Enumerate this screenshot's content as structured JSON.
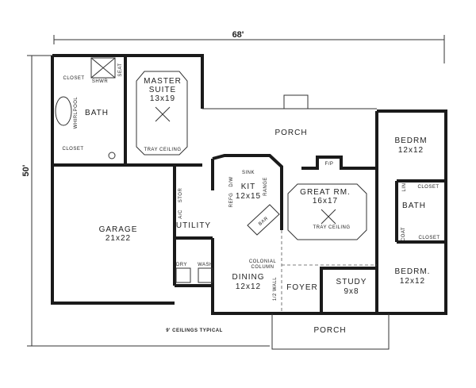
{
  "dimensions": {
    "width": "68'",
    "depth": "50'"
  },
  "rooms": {
    "master_closet_top": "CLOSET",
    "shower": "SHWR",
    "seat": "SEAT",
    "master_title_1": "MASTER",
    "master_title_2": "SUITE",
    "master_size": "13x19",
    "master_tray": "TRAY CEILING",
    "master_bath": "BATH",
    "whirlpool": "WHIRLPOOL",
    "master_closet_bottom": "CLOSET",
    "porch_rear": "PORCH",
    "bedrm1": "BEDRM",
    "bedrm1_size": "12x12",
    "kit": "KIT",
    "kit_size": "12x15",
    "sink": "SINK",
    "dw": "D/W",
    "refg": "REFG",
    "range": "RANGE",
    "bar": "BAR",
    "fp": "F/P",
    "great": "GREAT RM.",
    "great_size": "16x17",
    "great_tray": "TRAY CEILING",
    "lin": "LIN",
    "closet_bed1": "CLOSET",
    "bath2": "BATH",
    "coat": "COAT",
    "closet_bed2": "CLOSET",
    "garage": "GARAGE",
    "garage_size": "21x22",
    "stor": "STOR",
    "ac": "A/C",
    "utility": "UTILITY",
    "dry": "DRY",
    "wash": "WASH",
    "colonial_1": "COLONIAL",
    "colonial_2": "COLUMN",
    "dining": "DINING",
    "dining_size": "12x12",
    "half_wall": "1/2 WALL",
    "foyer": "FOYER",
    "study": "STUDY",
    "study_size": "9x8",
    "bedrm2": "BEDRM.",
    "bedrm2_size": "12x12",
    "porch_front": "PORCH"
  },
  "note": "9' CEILINGS TYPICAL"
}
